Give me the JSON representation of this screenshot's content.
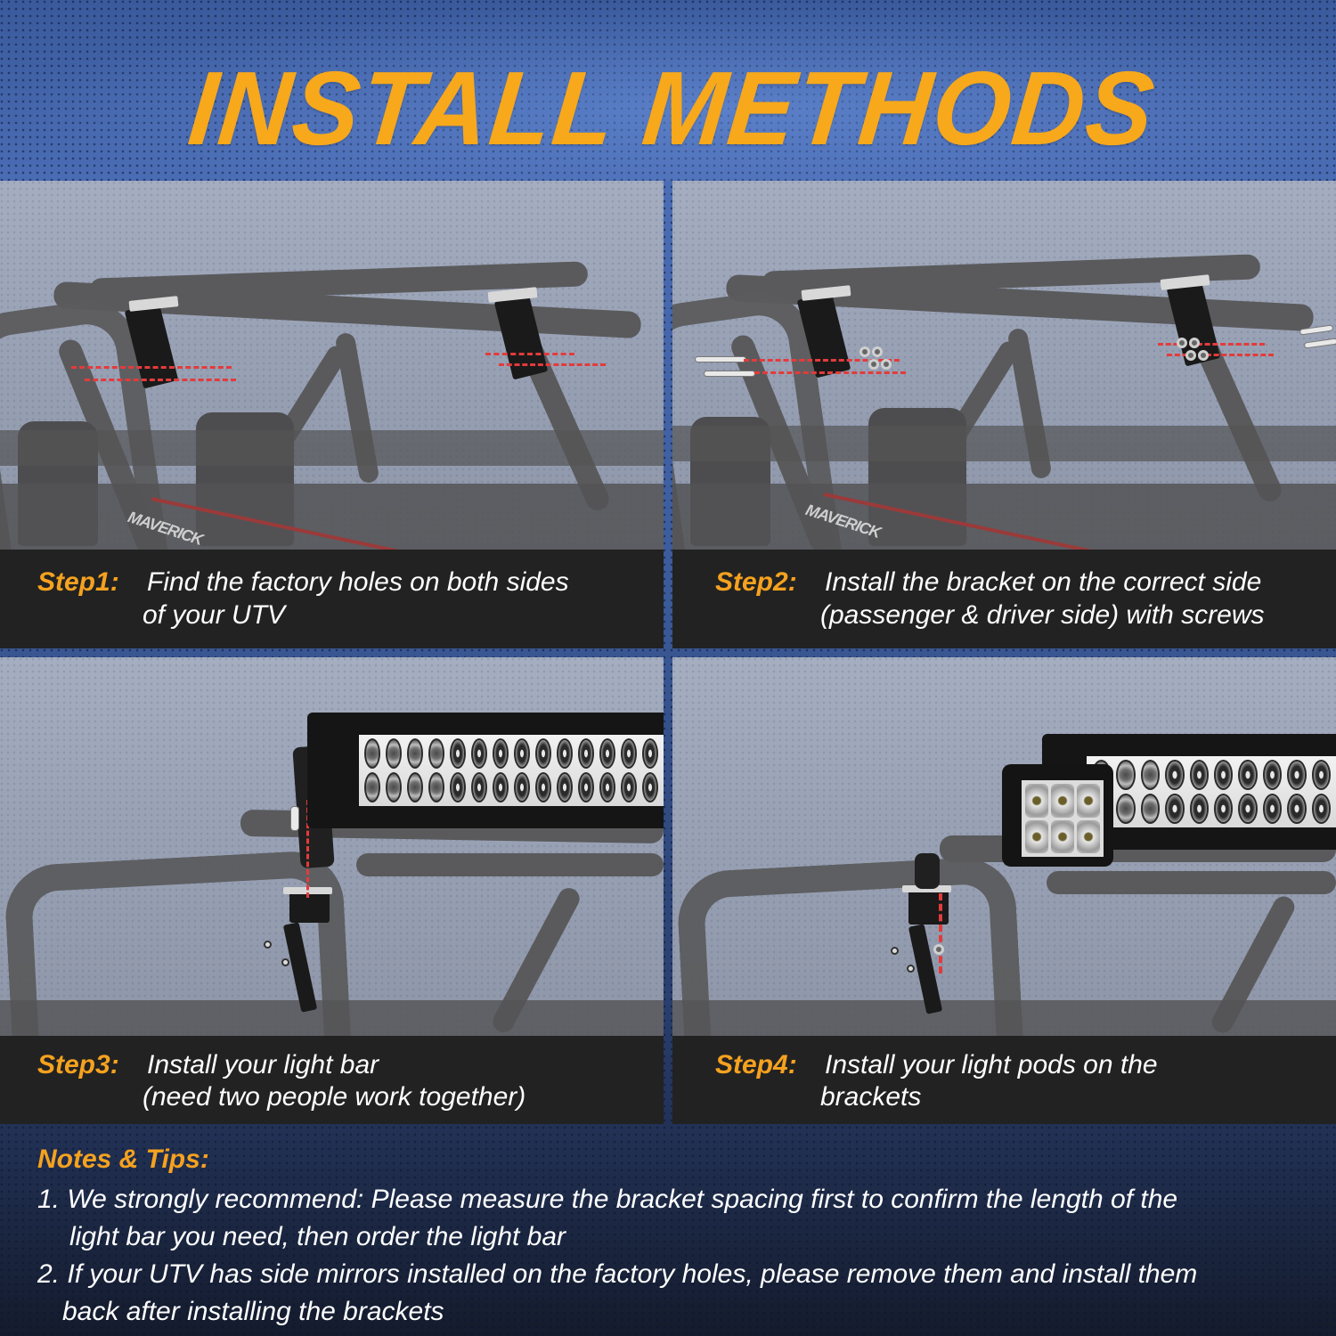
{
  "header": {
    "title": "INSTALL METHODS"
  },
  "colors": {
    "accent_orange": "#f5a21f",
    "caption_bg": "#222222",
    "caption_text": "#ffffff",
    "background_blue": "#3b5a98",
    "guide_red": "#e33b3b"
  },
  "steps": [
    {
      "label": "Step1:",
      "text_line1": "Find the factory holes on both sides",
      "text_line2": "of your UTV",
      "image": "utv-roll-cage-with-brackets-and-red-hole-guides"
    },
    {
      "label": "Step2:",
      "text_line1": "Install the bracket on the correct side",
      "text_line2": "(passenger & driver side) with screws",
      "image": "utv-roll-cage-with-bolts-nuts-inserted"
    },
    {
      "label": "Step3:",
      "text_line1": "Install your light bar",
      "text_line2": "(need two people work together)",
      "image": "light-bar-mounted-on-bracket"
    },
    {
      "label": "Step4:",
      "text_line1": "Install your light pods on the",
      "text_line2": "brackets",
      "image": "light-pod-mounted-beside-light-bar"
    }
  ],
  "vehicle_brand_mark": "MAVERICK",
  "notes": {
    "heading": "Notes & Tips:",
    "items": [
      {
        "line1": "1. We strongly recommend: Please measure the bracket spacing first to confirm the length of the",
        "line2": "light bar you need, then order the light bar"
      },
      {
        "line1": "2. If your UTV has side mirrors installed on the factory holes, please remove them and install them",
        "line2": "back after installing the brackets"
      }
    ]
  }
}
